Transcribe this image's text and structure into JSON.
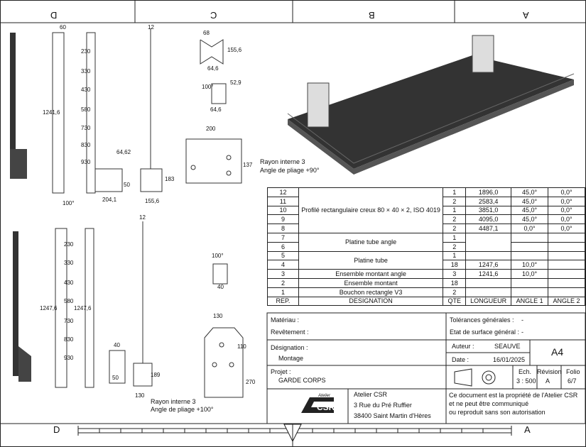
{
  "zones_top": [
    "D",
    "C",
    "B",
    "A"
  ],
  "zones_bottom": [
    "D",
    "A"
  ],
  "dims": {
    "d60": "60",
    "d12a": "12",
    "d68": "68",
    "d155_6a": "155,6",
    "d64_6a": "64,6",
    "d100a": "100°",
    "d52_9": "52,9",
    "d64_6b": "64,6",
    "d200": "200",
    "d137": "137",
    "d1241_6": "1241,6",
    "d230a": "230",
    "d330a": "330",
    "d430a": "430",
    "d580a": "580",
    "d730a": "730",
    "d830a": "830",
    "d930a": "930",
    "d64_62": "64,62",
    "d50a": "50",
    "d204_1": "204,1",
    "d183": "183",
    "d155_6b": "155,6",
    "d100b": "100°",
    "d1247_6a": "1247,6",
    "d1247_6b": "1247,6",
    "d230b": "230",
    "d330b": "330",
    "d430b": "430",
    "d580b": "580",
    "d730b": "730",
    "d830b": "830",
    "d930b": "930",
    "d40a": "40",
    "d50b": "50",
    "d12b": "12",
    "d189": "189",
    "d130a": "130",
    "d100c": "100°",
    "d40b": "40",
    "d130b": "130",
    "d110": "110",
    "d270": "270"
  },
  "notes": {
    "bend_top_1": "Rayon interne 3",
    "bend_top_2": "Angle de pliage +90°",
    "bend_bot_1": "Rayon interne 3",
    "bend_bot_2": "Angle de pliage +100°"
  },
  "bom": {
    "rows": [
      {
        "rep": "12",
        "des": "",
        "qte": "1",
        "len": "1896,0",
        "a1": "45,0°",
        "a2": "0,0°"
      },
      {
        "rep": "11",
        "des": "",
        "qte": "2",
        "len": "2583,4",
        "a1": "45,0°",
        "a2": "0,0°"
      },
      {
        "rep": "10",
        "des": "Profilé rectangulaire creux 80 × 40 × 2, ISO 4019",
        "qte": "1",
        "len": "3851,0",
        "a1": "45,0°",
        "a2": "0,0°"
      },
      {
        "rep": "9",
        "des": "",
        "qte": "2",
        "len": "4095,0",
        "a1": "45,0°",
        "a2": "0,0°"
      },
      {
        "rep": "8",
        "des": "",
        "qte": "2",
        "len": "4487,1",
        "a1": "0,0°",
        "a2": "0,0°"
      },
      {
        "rep": "7",
        "des": "",
        "qte": "1",
        "len": "",
        "a1": "",
        "a2": ""
      },
      {
        "rep": "6",
        "des": "Platine tube angle",
        "qte": "2",
        "len": "",
        "a1": "",
        "a2": ""
      },
      {
        "rep": "5",
        "des": "",
        "qte": "1",
        "len": "",
        "a1": "",
        "a2": ""
      },
      {
        "rep": "4",
        "des": "Platine tube",
        "qte": "18",
        "len": "1247,6",
        "a1": "10,0°",
        "a2": ""
      },
      {
        "rep": "3",
        "des": "Ensemble montant angle",
        "qte": "3",
        "len": "1241,6",
        "a1": "10,0°",
        "a2": ""
      },
      {
        "rep": "2",
        "des": "Ensemble montant",
        "qte": "18",
        "len": "",
        "a1": "",
        "a2": ""
      },
      {
        "rep": "1",
        "des": "Bouchon rectangle V3",
        "qte": "2",
        "len": "",
        "a1": "",
        "a2": ""
      }
    ],
    "header": {
      "rep": "REP.",
      "des": "DESIGNATION",
      "qte": "QTE",
      "len": "LONGUEUR",
      "a1": "ANGLE 1",
      "a2": "ANGLE 2"
    }
  },
  "title_block": {
    "materiau": "Matériau :",
    "revetement": "Revêtement :",
    "tolerances": "Tolérances générales :",
    "tolerances_val": "-",
    "etat": "Etat de surface général :",
    "etat_val": "-",
    "designation_lbl": "Désignation :",
    "designation": "Montage",
    "auteur_lbl": "Auteur :",
    "auteur": "SEAUVE",
    "date_lbl": "Date :",
    "date": "16/01/2025",
    "format": "A4",
    "projet_lbl": "Projet :",
    "projet": "GARDE CORPS",
    "ech_lbl": "Ech.",
    "ech": "3 : 500",
    "revision_lbl": "Révision",
    "revision": "A",
    "folio_lbl": "Folio",
    "folio": "6/7",
    "company": "Atelier CSR",
    "address1": "3 Rue du Pré Ruffier",
    "address2": "38400 Saint Martin d'Hères",
    "logo_small": "Atelier",
    "logo_big": "CSR",
    "notice1": "Ce document est la propriété de l'Atelier CSR",
    "notice2": "et ne peut être communiqué",
    "notice3": "ou reproduit sans son autorisation"
  }
}
